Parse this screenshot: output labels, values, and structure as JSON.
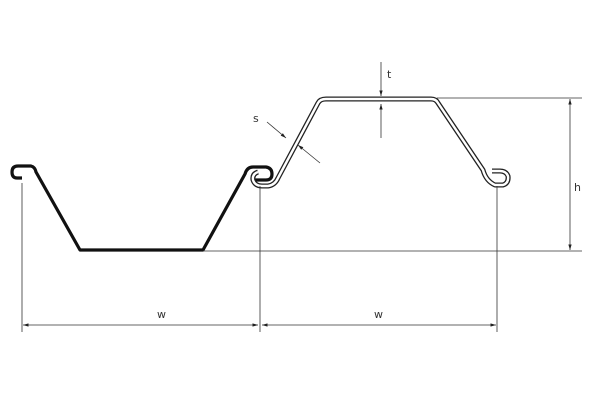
{
  "labels": {
    "thickness": "t",
    "web_thickness": "s",
    "height": "h",
    "width_left": "w",
    "width_right": "w"
  },
  "colors": {
    "line": "#222222",
    "background": "#ffffff"
  }
}
